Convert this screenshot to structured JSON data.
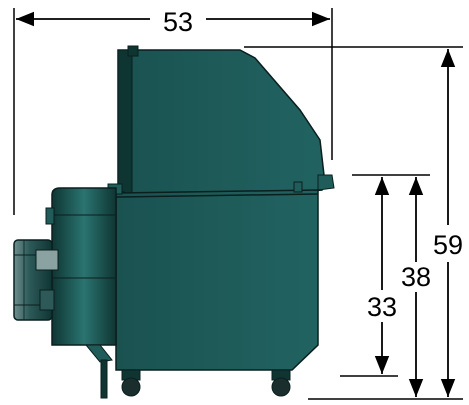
{
  "dimensions": {
    "width_label": "53",
    "overall_height_label": "59",
    "mid_height_label": "38",
    "low_height_label": "33"
  },
  "colors": {
    "body_main": "#1f5c5a",
    "body_dark": "#0f3533",
    "body_light": "#2f7d78",
    "outline": "#0a1f1e",
    "dimension_line": "#000000",
    "background": "#ffffff"
  }
}
